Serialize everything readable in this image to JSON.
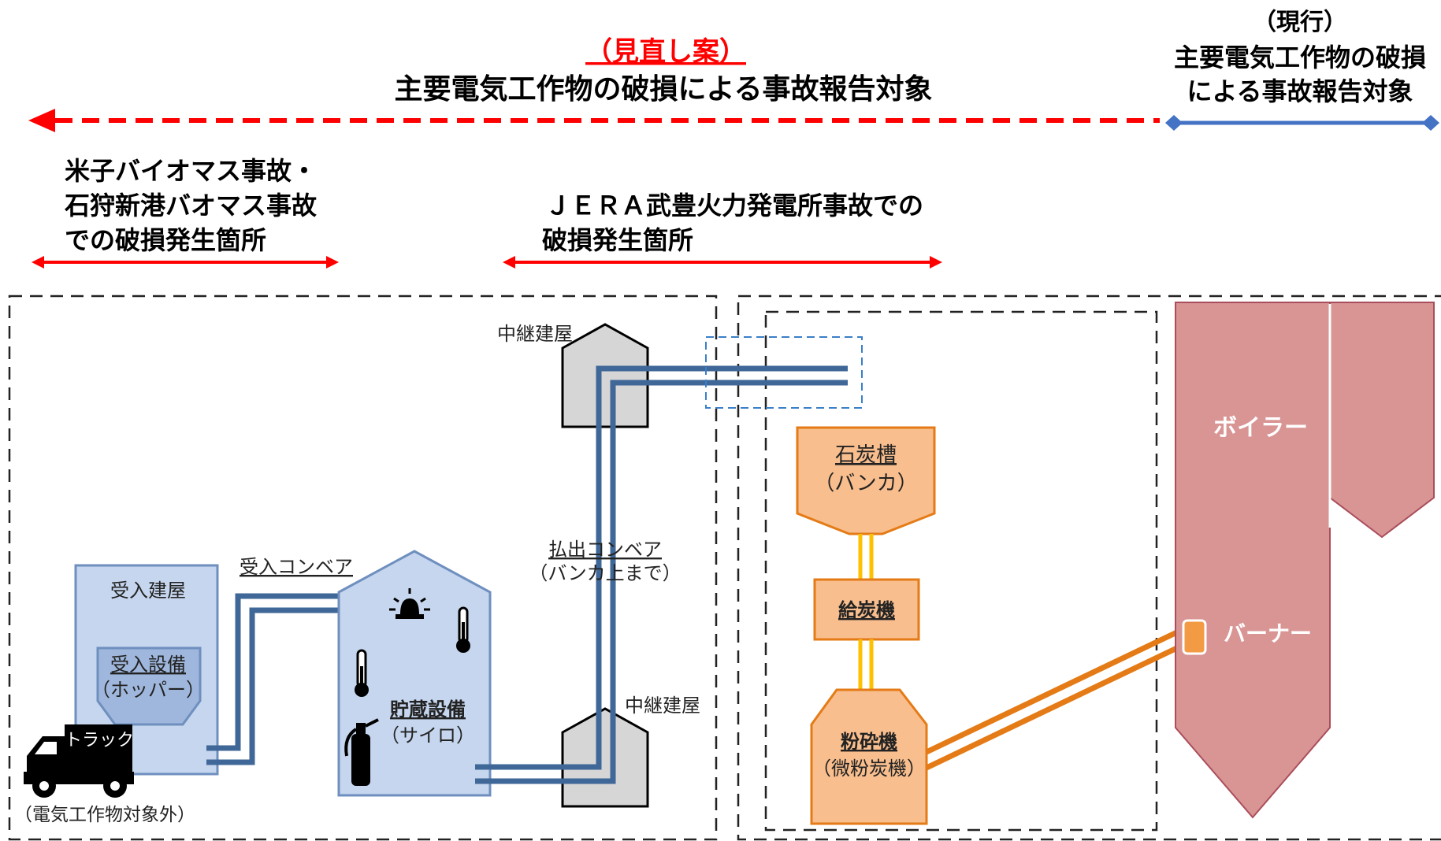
{
  "header": {
    "proposal_label": "（見直し案）",
    "proposal_title": "主要電気工作物の破損による事故報告対象",
    "current_label": "（現行）",
    "current_title_1": "主要電気工作物の破損",
    "current_title_2": "による事故報告対象"
  },
  "annotations": {
    "left_1": "米子バイオマス事故・",
    "left_2": "石狩新港バオマス事故",
    "left_3": "での破損発生箇所",
    "mid_1": "ＪＥＲＡ武豊火力発電所事故での",
    "mid_2": "破損発生箇所"
  },
  "facility": {
    "receiving_building": "受入建屋",
    "receiving_equipment": "受入設備",
    "receiving_equipment_sub": "（ホッパー）",
    "truck": "トラック",
    "truck_note": "（電気工作物対象外）",
    "receiving_conveyor": "受入コンベア",
    "storage": "貯蔵設備",
    "storage_sub": "（サイロ）",
    "relay_building_top": "中継建屋",
    "relay_building_bottom": "中継建屋",
    "discharge_conveyor": "払出コンベア",
    "discharge_conveyor_sub": "（バンカ上まで）",
    "coal_bunker": "石炭槽",
    "coal_bunker_sub": "（バンカ）",
    "coal_feeder": "給炭機",
    "pulverizer": "粉砕機",
    "pulverizer_sub": "（微粉炭機）",
    "boiler": "ボイラー",
    "burner": "バーナー"
  },
  "colors": {
    "proposal_red": "#ff0000",
    "current_blue": "#4472c4",
    "building_fill": "#c5d6ee",
    "building_stroke": "#6f8fbf",
    "conveyor_blue": "#3f6797",
    "coal_orange_fill": "#f8be8e",
    "coal_orange_stroke": "#e47b16",
    "feed_yellow": "#ffc000",
    "boiler_fill": "#d99494",
    "boiler_stroke": "#a94e5b",
    "relay_gray": "#d6d6d6"
  }
}
